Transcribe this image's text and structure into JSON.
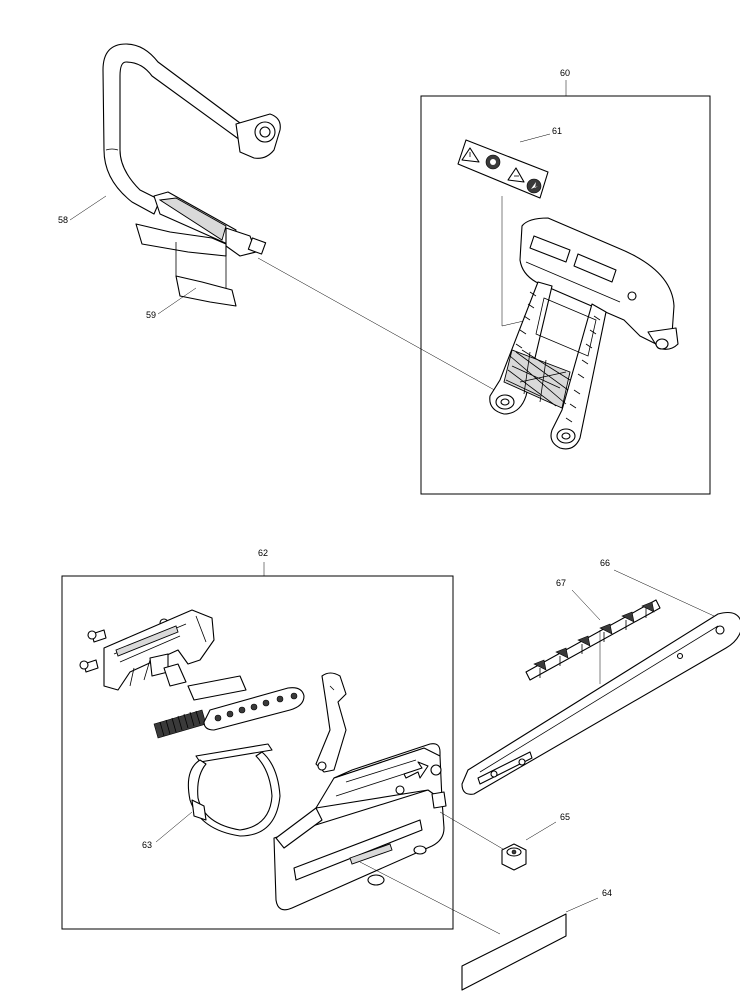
{
  "callouts": {
    "c58": "58",
    "c59": "59",
    "c60": "60",
    "c61": "61",
    "c62": "62",
    "c63": "63",
    "c64": "64",
    "c65": "65",
    "c66": "66",
    "c67": "67"
  },
  "parts": {
    "p58": "front-handle",
    "p59": "handle-insulator-strip",
    "p60": "hand-guard-assembly",
    "p61": "warning-label",
    "p62": "sprocket-cover-assembly",
    "p63": "brake-band",
    "p64": "cover-label",
    "p65": "bar-nut",
    "p66": "guide-bar",
    "p67": "saw-chain"
  },
  "icons": [
    "warning-triangle-icon",
    "read-manual-icon",
    "hearing-protection-icon",
    "no-fire-icon"
  ]
}
